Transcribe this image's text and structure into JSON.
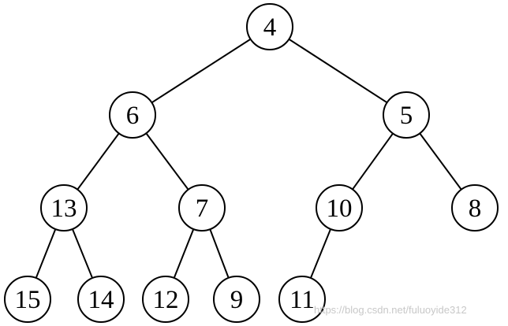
{
  "tree": {
    "nodes": [
      {
        "id": "n4",
        "label": "4"
      },
      {
        "id": "n6",
        "label": "6"
      },
      {
        "id": "n5",
        "label": "5"
      },
      {
        "id": "n13",
        "label": "13"
      },
      {
        "id": "n7",
        "label": "7"
      },
      {
        "id": "n10",
        "label": "10"
      },
      {
        "id": "n8",
        "label": "8"
      },
      {
        "id": "n15",
        "label": "15"
      },
      {
        "id": "n14",
        "label": "14"
      },
      {
        "id": "n12",
        "label": "12"
      },
      {
        "id": "n9",
        "label": "9"
      },
      {
        "id": "n11",
        "label": "11"
      }
    ],
    "edges": [
      [
        "n4",
        "n6"
      ],
      [
        "n4",
        "n5"
      ],
      [
        "n6",
        "n13"
      ],
      [
        "n6",
        "n7"
      ],
      [
        "n5",
        "n10"
      ],
      [
        "n5",
        "n8"
      ],
      [
        "n13",
        "n15"
      ],
      [
        "n13",
        "n14"
      ],
      [
        "n7",
        "n12"
      ],
      [
        "n7",
        "n9"
      ],
      [
        "n10",
        "n11"
      ]
    ]
  },
  "watermark": "https://blog.csdn.net/fuluoyide312"
}
